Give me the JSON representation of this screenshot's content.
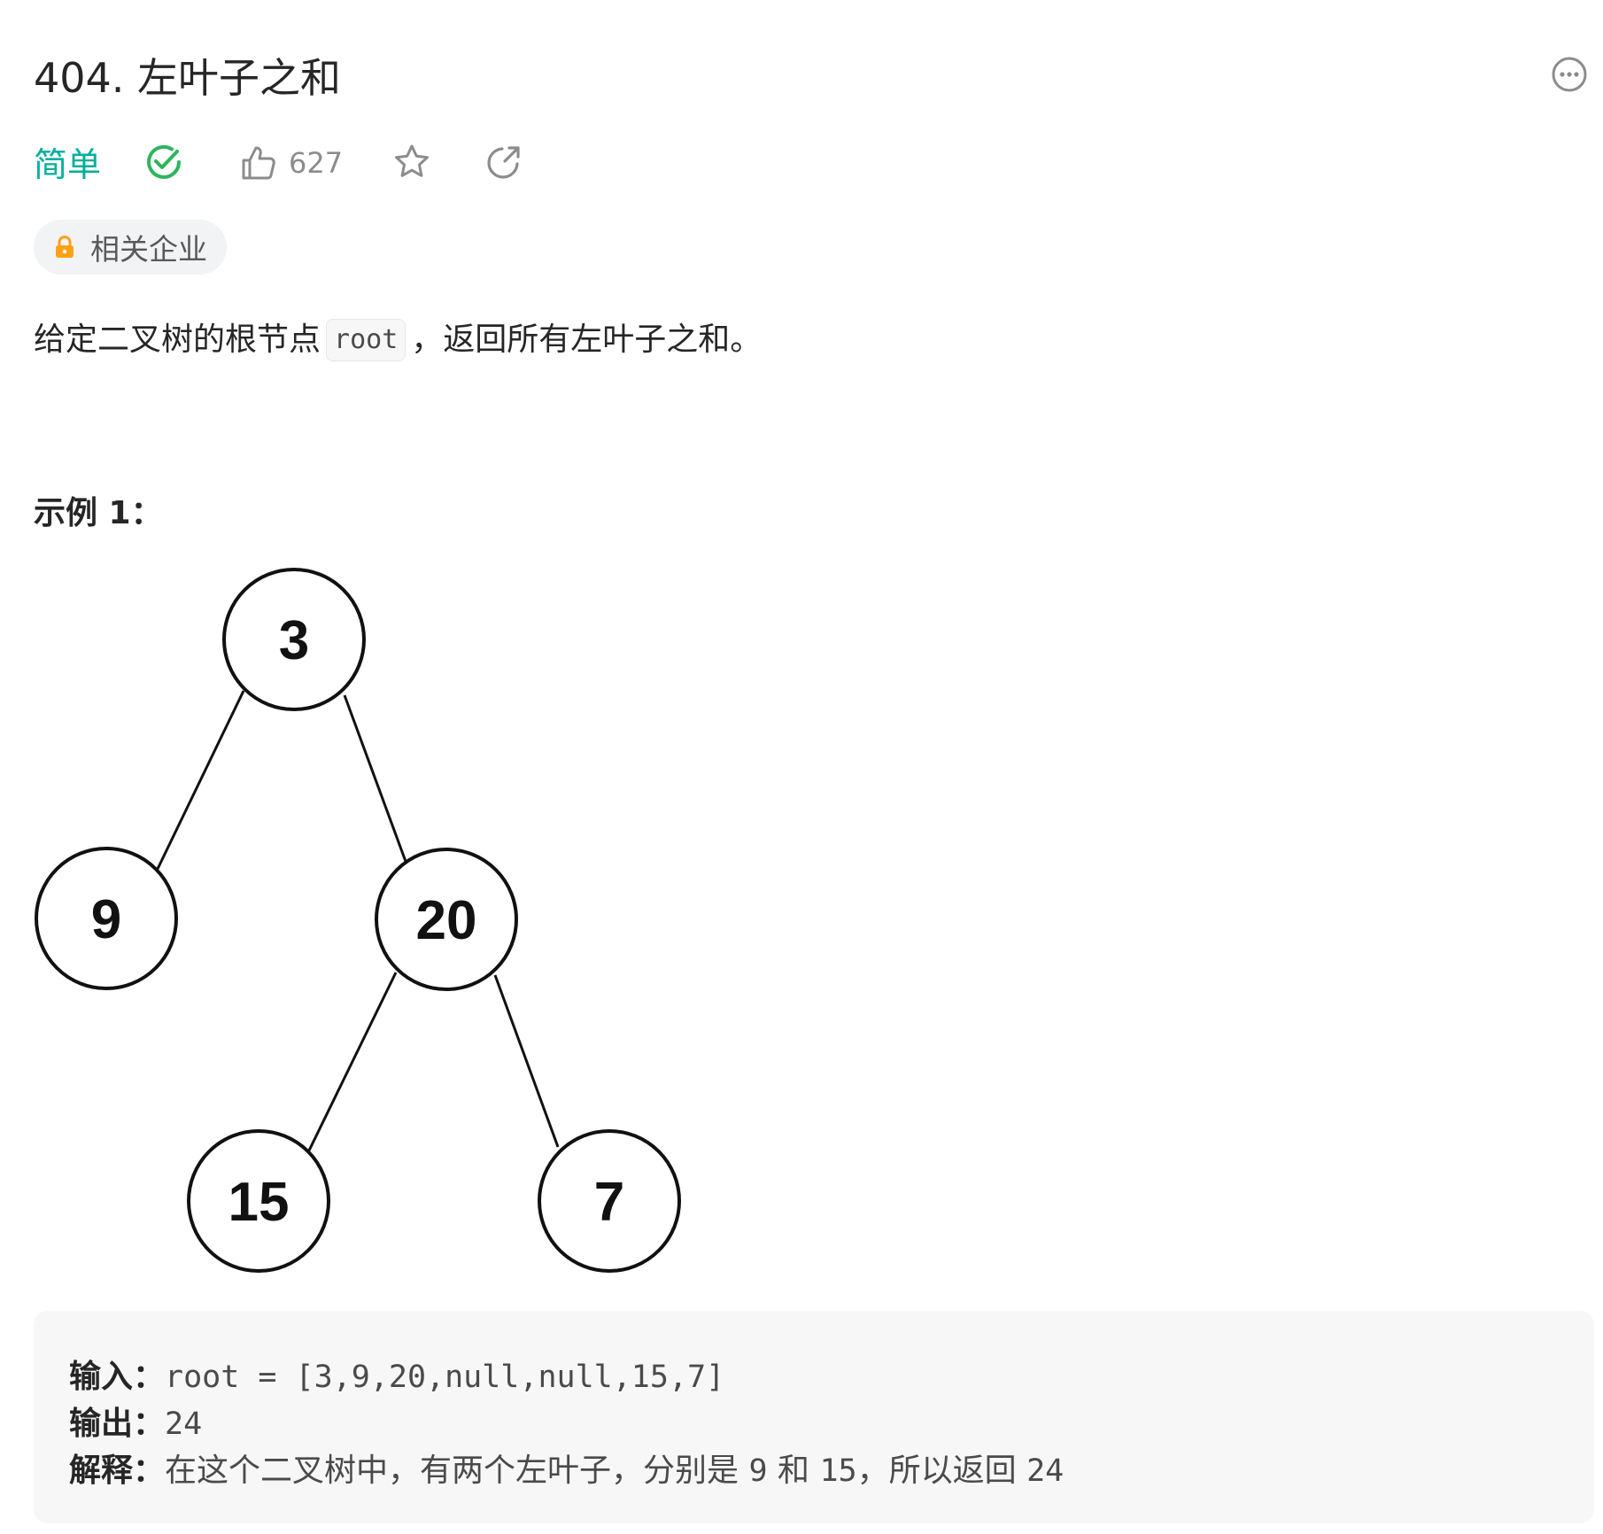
{
  "problem": {
    "title": "404. 左叶子之和",
    "difficulty": "简单",
    "like_count": "627",
    "company_tag": "相关企业",
    "description_before": "给定二叉树的根节点",
    "description_code": "root",
    "description_after": "，返回所有左叶子之和。"
  },
  "icons": {
    "more": "more-horizontal-icon",
    "solved": "check-circle-icon",
    "like": "thumbs-up-icon",
    "favorite": "star-icon",
    "share": "share-external-icon",
    "lock": "lock-icon"
  },
  "colors": {
    "difficulty_easy": "#00af9b",
    "solved_green": "#2db55d",
    "lock_orange": "#ffa116",
    "icon_gray": "#8c8c8c"
  },
  "example": {
    "heading": "示例 1：",
    "tree_nodes": [
      "3",
      "9",
      "20",
      "15",
      "7"
    ],
    "input_label": "输入：",
    "input_value": "root = [3,9,20,null,null,15,7]",
    "output_label": "输出：",
    "output_value": "24",
    "explanation_label": "解释：",
    "explanation_part1": "在这个二叉树中，有两个左叶子，分别是",
    "explanation_num1": "9",
    "explanation_part2": "和",
    "explanation_num2": "15",
    "explanation_part3": "，所以返回",
    "explanation_num3": "24"
  }
}
